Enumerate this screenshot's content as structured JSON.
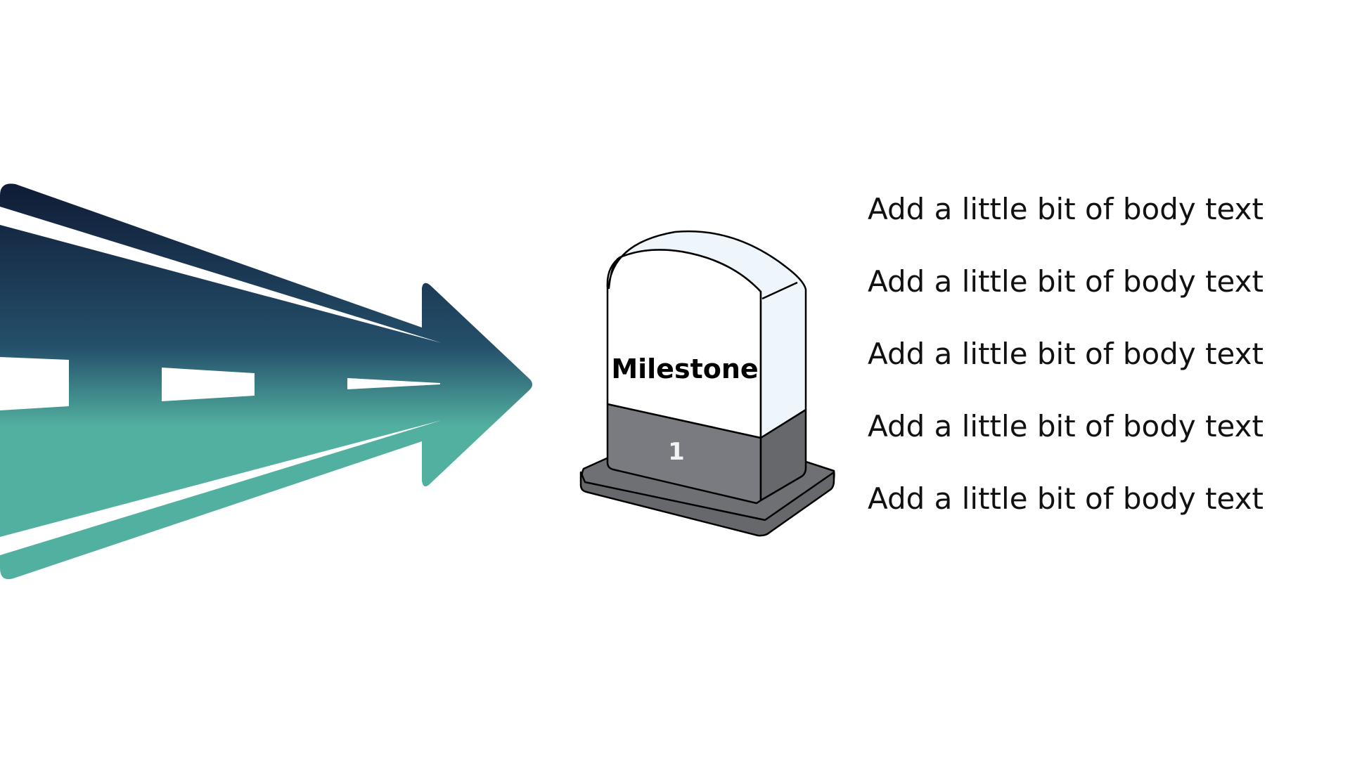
{
  "colors": {
    "arrow_top": "#0f1b36",
    "arrow_mid": "#25506b",
    "arrow_bottom": "#52b0a0",
    "stone_face": "#ffffff",
    "stone_side": "#eef6fc",
    "stone_base": "#7a7b80",
    "stone_base_side": "#67686c",
    "plinth": "#6f7074",
    "outline": "#000000"
  },
  "milestone": {
    "title": "Milestone",
    "number": "1"
  },
  "body_items": [
    "Add a little bit of body text",
    "Add a little bit of body text",
    "Add a little bit of body text",
    "Add a little bit of body text",
    "Add a little bit of body text"
  ]
}
